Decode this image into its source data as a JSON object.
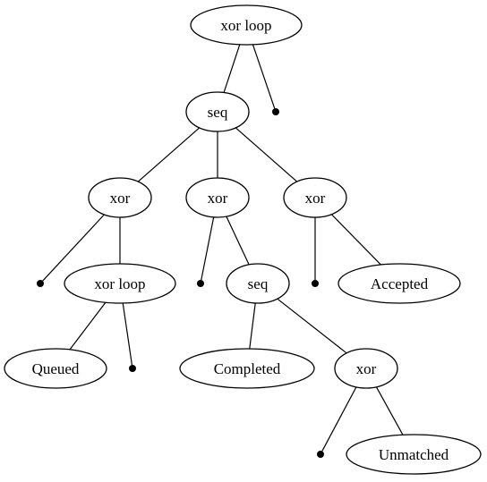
{
  "tree": {
    "nodes": [
      {
        "id": "n1",
        "label": "xor loop"
      },
      {
        "id": "n2",
        "label": "seq"
      },
      {
        "id": "n3",
        "label": "xor"
      },
      {
        "id": "n4",
        "label": "xor"
      },
      {
        "id": "n5",
        "label": "xor"
      },
      {
        "id": "n6",
        "label": "xor loop"
      },
      {
        "id": "n7",
        "label": "seq"
      },
      {
        "id": "n8",
        "label": "Accepted"
      },
      {
        "id": "n9",
        "label": "Queued"
      },
      {
        "id": "n10",
        "label": "Completed"
      },
      {
        "id": "n11",
        "label": "xor"
      },
      {
        "id": "n12",
        "label": "Unmatched"
      }
    ],
    "tau_nodes": [
      "t1",
      "t2",
      "t3",
      "t4",
      "t5",
      "t6"
    ],
    "edges": [
      [
        "n1",
        "n2"
      ],
      [
        "n1",
        "t1"
      ],
      [
        "n2",
        "n3"
      ],
      [
        "n2",
        "n4"
      ],
      [
        "n2",
        "n5"
      ],
      [
        "n3",
        "t2"
      ],
      [
        "n3",
        "n6"
      ],
      [
        "n4",
        "t3"
      ],
      [
        "n4",
        "n7"
      ],
      [
        "n5",
        "t4"
      ],
      [
        "n5",
        "n8"
      ],
      [
        "n6",
        "n9"
      ],
      [
        "n6",
        "t5"
      ],
      [
        "n7",
        "n10"
      ],
      [
        "n7",
        "n11"
      ],
      [
        "n11",
        "t6"
      ],
      [
        "n11",
        "n12"
      ]
    ]
  }
}
